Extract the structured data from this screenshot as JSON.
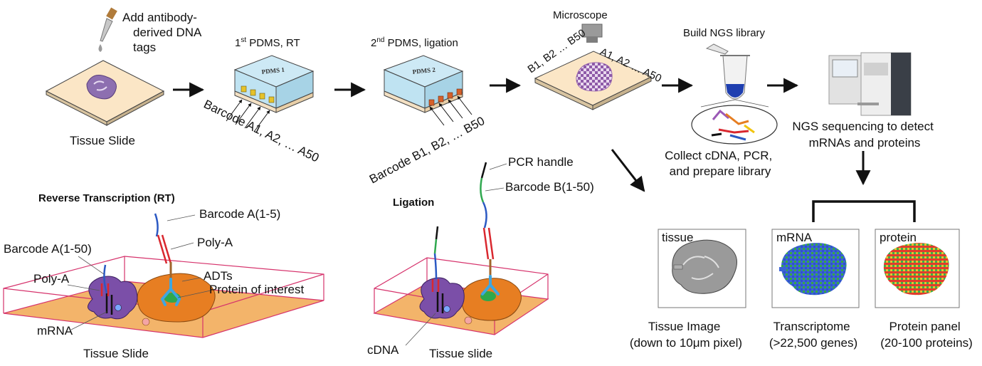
{
  "steps": {
    "add_tags": [
      "Add antibody-",
      "derived DNA",
      "tags"
    ],
    "tissue_slide": "Tissue Slide",
    "pdms1_title": "1st PDMS, RT",
    "pdms1_label": "PDMS 1",
    "pdms2_title": "2nd PDMS, ligation",
    "pdms2_label": "PDMS 2",
    "barcode_a": "Barcode A1, A2, … A50",
    "barcode_b": "Barcode B1, B2, … B50",
    "microscope": "Microscope",
    "slide_b_axis": "B1, B2 … B50",
    "slide_a_axis": "A1, A2 … A50",
    "build_ngs": "Build NGS library",
    "collect": [
      "Collect cDNA, PCR,",
      "and prepare library"
    ],
    "sequencing": [
      "NGS sequencing to detect",
      "mRNAs and proteins"
    ]
  },
  "rt": {
    "title": "Reverse Transcription (RT)",
    "barcode_a_1_5": "Barcode A(1-5)",
    "poly_a_top": "Poly-A",
    "barcode_a_1_50": "Barcode A(1-50)",
    "poly_a_left": "Poly-A",
    "adts": "ADTs",
    "protein": "Protein of interest",
    "mrna": "mRNA",
    "slide": "Tissue Slide"
  },
  "ligation": {
    "title": "Ligation",
    "pcr_handle": "PCR handle",
    "barcode_b": "Barcode B(1-50)",
    "cdna": "cDNA",
    "slide": "Tissue slide"
  },
  "outputs": {
    "panels": [
      {
        "title": "tissue",
        "caption": [
          "Tissue Image",
          "(down to 10μm pixel)"
        ]
      },
      {
        "title": "mRNA",
        "caption": [
          "Transcriptome",
          "(>22,500 genes)"
        ]
      },
      {
        "title": "protein",
        "caption": [
          "Protein panel",
          "(20-100 proteins)"
        ]
      }
    ]
  },
  "colors": {
    "slide_fill": "#fbe6c6",
    "pdms_fill": "#bfe3f2",
    "strand_blue": "#2b59c3",
    "strand_red": "#d9282f",
    "strand_green": "#2fa84f",
    "strand_brown": "#a0652a",
    "cell_purple": "#7b4fa8",
    "cell_orange": "#e77e22",
    "box_pink": "#d6336c"
  }
}
